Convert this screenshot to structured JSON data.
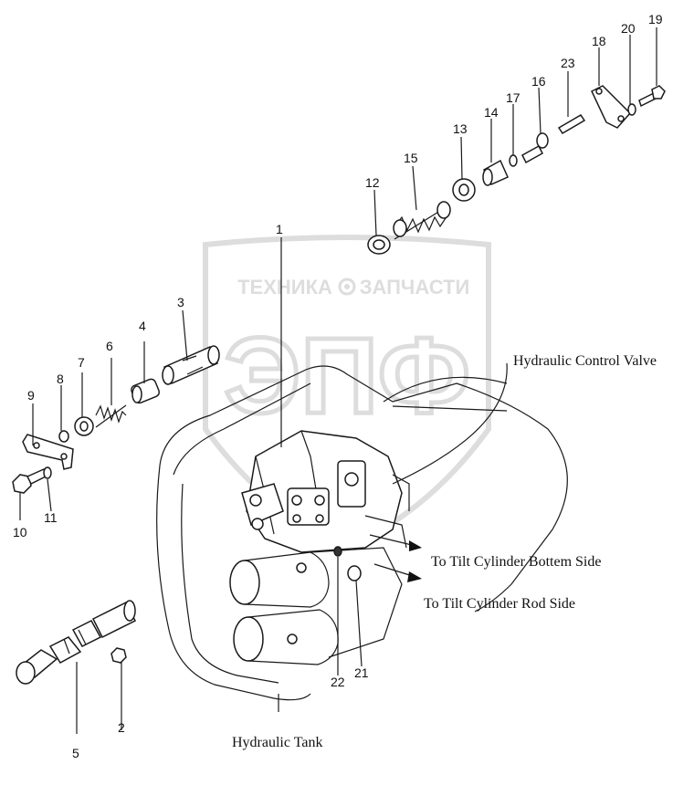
{
  "watermark": {
    "brand_left": "ТЕХНИКА",
    "brand_right": "ЗАПЧАСТИ",
    "logo": "ЭПФ",
    "gear_icon": "gear-icon"
  },
  "labels": {
    "hydraulic_control_valve": "Hydraulic Control Valve",
    "tilt_bottom": "To Tilt Cylinder Bottem Side",
    "tilt_rod": "To Tilt Cylinder Rod Side",
    "hydraulic_tank": "Hydraulic Tank"
  },
  "callouts": {
    "n1": "1",
    "n2": "2",
    "n3": "3",
    "n4": "4",
    "n5": "5",
    "n6": "6",
    "n7": "7",
    "n8": "8",
    "n9": "9",
    "n10": "10",
    "n11": "11",
    "n12": "12",
    "n13": "13",
    "n14": "14",
    "n15": "15",
    "n16": "16",
    "n17": "17",
    "n18": "18",
    "n19": "19",
    "n20": "20",
    "n21": "21",
    "n22": "22",
    "n23": "23"
  }
}
